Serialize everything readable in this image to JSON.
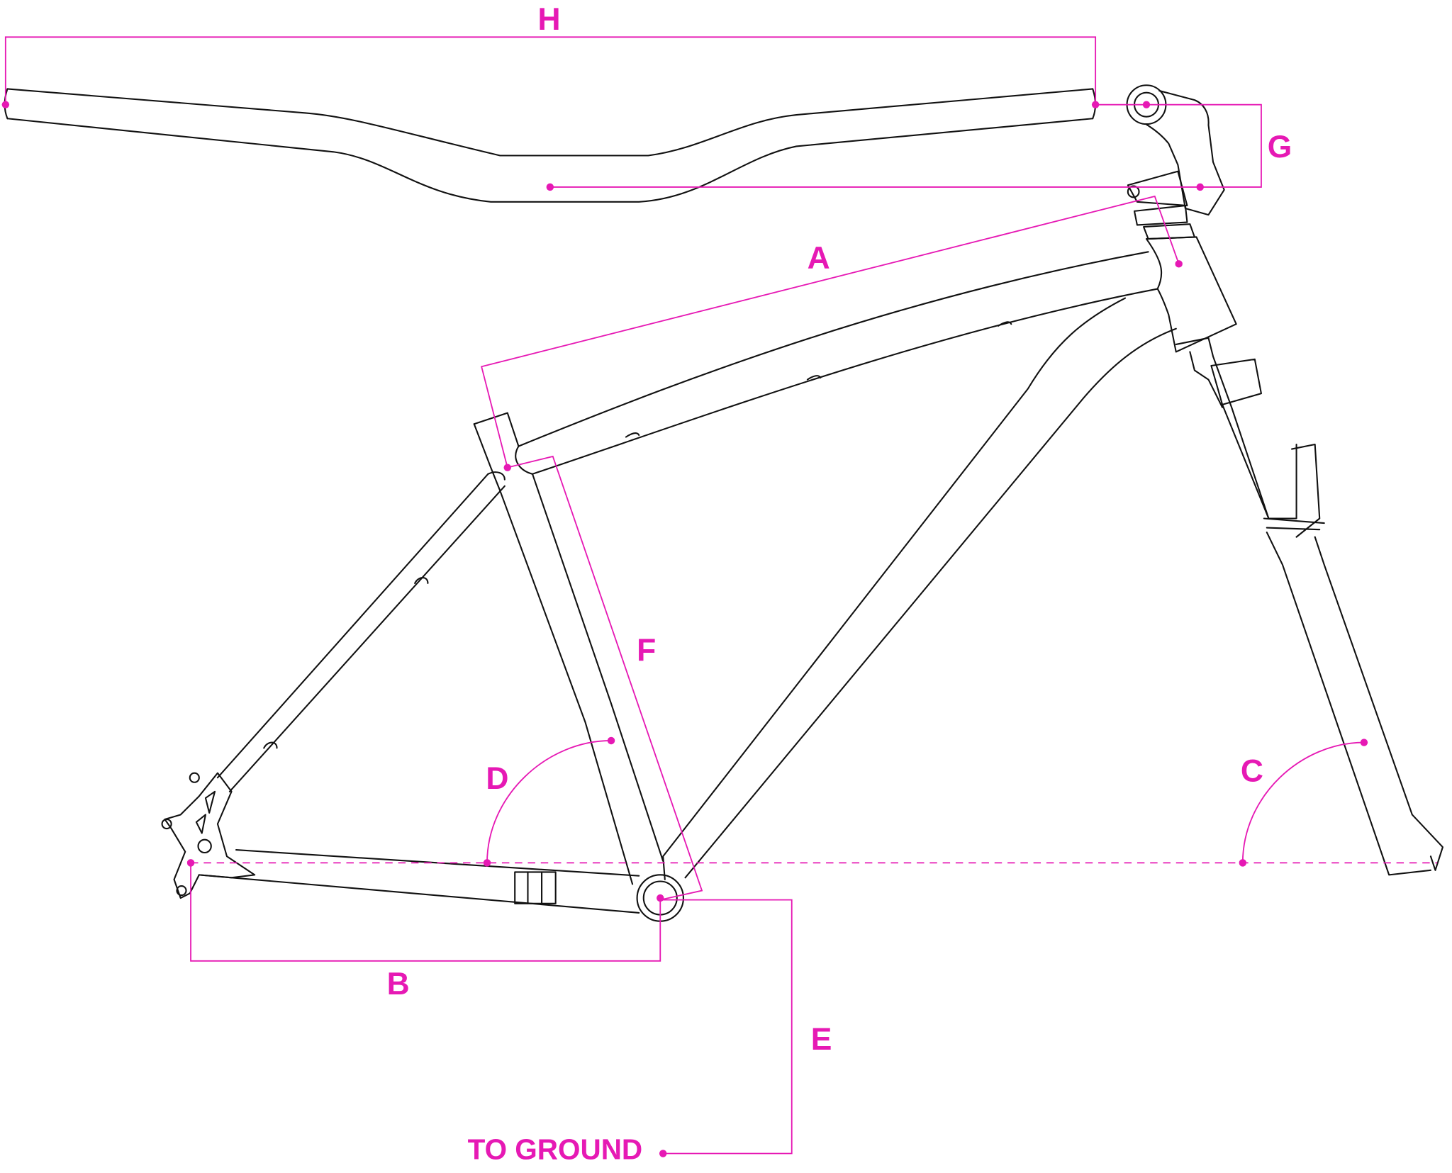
{
  "title": "Bike frame geometry diagram",
  "accent_color": "#e619b4",
  "line_color": "#111111",
  "labels": {
    "a": "A",
    "b": "B",
    "c": "C",
    "d": "D",
    "e": "E",
    "f": "F",
    "g": "G",
    "h": "H",
    "to_ground": "TO GROUND"
  }
}
